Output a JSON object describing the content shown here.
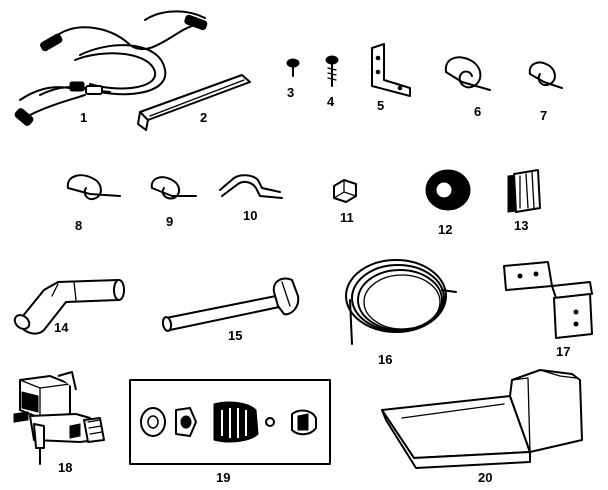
{
  "labels": {
    "p1": "1",
    "p2": "2",
    "p3": "3",
    "p4": "4",
    "p5": "5",
    "p6": "6",
    "p7": "7",
    "p8": "8",
    "p9": "9",
    "p10": "10",
    "p11": "11",
    "p12": "12",
    "p13": "13",
    "p14": "14",
    "p15": "15",
    "p16": "16",
    "p17": "17",
    "p18": "18",
    "p19": "19",
    "p20": "20"
  },
  "colors": {
    "ink": "#000000",
    "paper": "#ffffff"
  }
}
